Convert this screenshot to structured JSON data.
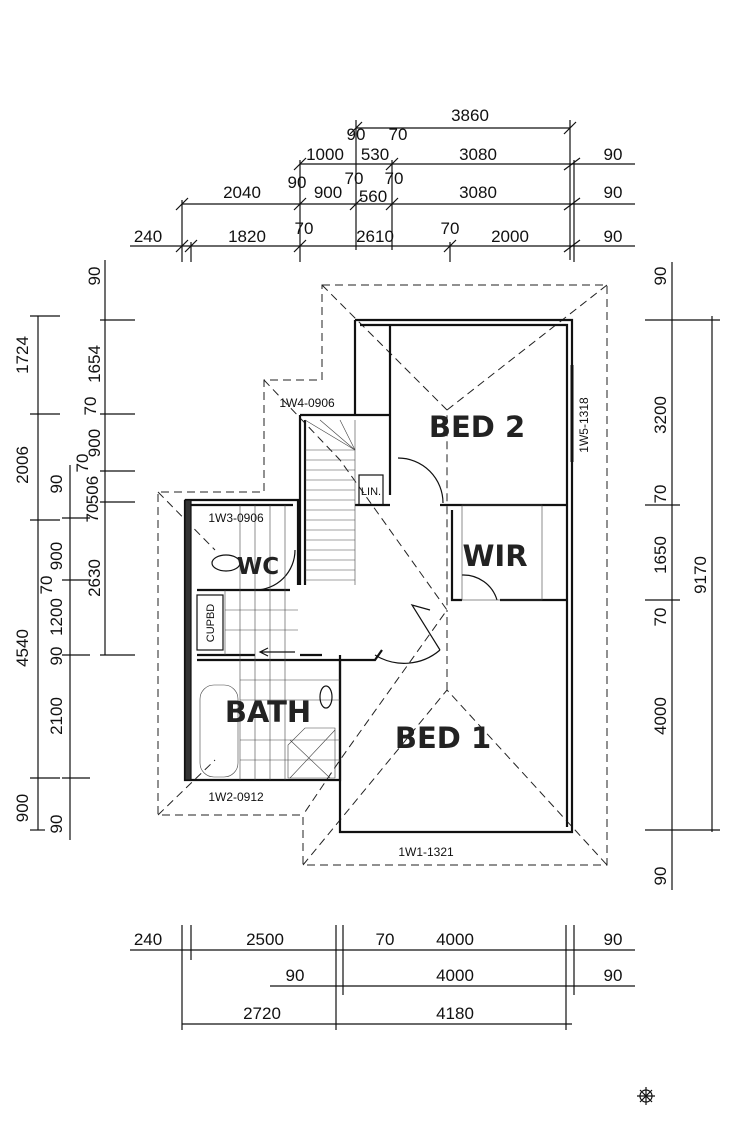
{
  "plan": {
    "rooms": {
      "bed2": "BED 2",
      "bed1": "BED 1",
      "wir": "WIR",
      "bath": "BATH",
      "wc": "WC",
      "cupbd": "CUPBD",
      "lin": "LIN."
    },
    "windows": {
      "w1": "1W1-1321",
      "w2": "1W2-0912",
      "w3": "1W3-0906",
      "w4": "1W4-0906",
      "w5": "1W5-1318"
    }
  },
  "dimensions": {
    "top": {
      "row1": [
        "3860"
      ],
      "row2": [
        "90",
        "70",
        "1000",
        "530",
        "3080",
        "90"
      ],
      "row3": [
        "2040",
        "90",
        "900",
        "70",
        "560",
        "70",
        "3080",
        "90"
      ],
      "row4": [
        "240",
        "1820",
        "70",
        "2610",
        "70",
        "2000",
        "90"
      ]
    },
    "left": {
      "outer": [
        "1724",
        "2006",
        "4540",
        "900"
      ],
      "middle": [
        "90",
        "70",
        "900",
        "1200",
        "90",
        "2100",
        "90"
      ],
      "inner": [
        "90",
        "1654",
        "70",
        "900",
        "70",
        "506",
        "70",
        "2630"
      ]
    },
    "right": [
      "90",
      "3200",
      "70",
      "1650",
      "70",
      "4000",
      "90",
      "9170"
    ],
    "bottom": {
      "row1": [
        "240",
        "2500",
        "70",
        "4000",
        "90"
      ],
      "row2": [
        "90",
        "4000",
        "90"
      ],
      "row3": [
        "2720",
        "4180"
      ]
    }
  },
  "icons": {
    "compass": "compass-icon"
  }
}
